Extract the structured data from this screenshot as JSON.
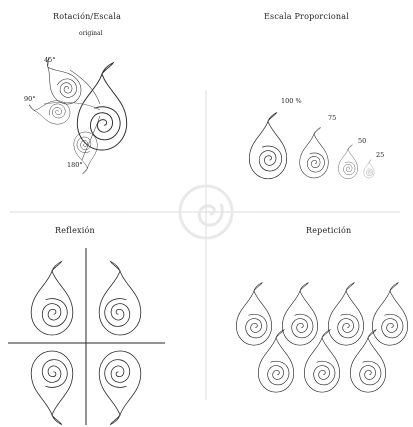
{
  "panels": {
    "rotation": {
      "title": "Rotación/Escala",
      "subtitle": "original",
      "angles": [
        "45°",
        "90°",
        "180°"
      ]
    },
    "scale": {
      "title": "Escala Proporcional",
      "levels": [
        "100 %",
        "75",
        "50",
        "25"
      ]
    },
    "reflection": {
      "title": "Reflexión"
    },
    "repetition": {
      "title": "Repetición"
    }
  },
  "colors": {
    "stroke": "#2a2a2a",
    "watermark": "#d6d6d6"
  }
}
